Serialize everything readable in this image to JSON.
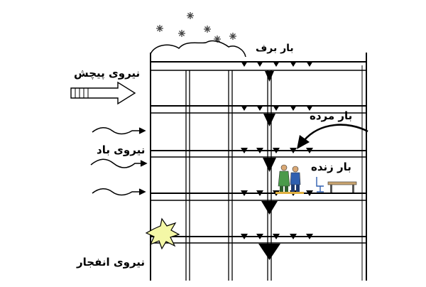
{
  "labels": {
    "snow_load": "بار برف",
    "torsion_force": "نیروی پیچش",
    "dead_load": "بار مرده",
    "wind_force": "نیروی باد",
    "live_load": "بار زنده",
    "explosion_force": "نیروی انفجار"
  },
  "structure": {
    "floor_count": 6,
    "bay_count": 3
  },
  "colors": {
    "line": "#000000",
    "wall_fill": "#ffffff",
    "explosion": "#f4f7a6",
    "person_green": "#4a9a4a",
    "person_blue": "#2f5fb0",
    "skin": "#d9a875",
    "desk": "#caa570"
  },
  "icons": [
    "snowflake-icon",
    "torsion-arrow-icon",
    "wind-wave-icon",
    "curved-arrow-icon",
    "explosion-icon",
    "people-icon",
    "desk-icon",
    "chair-icon"
  ]
}
